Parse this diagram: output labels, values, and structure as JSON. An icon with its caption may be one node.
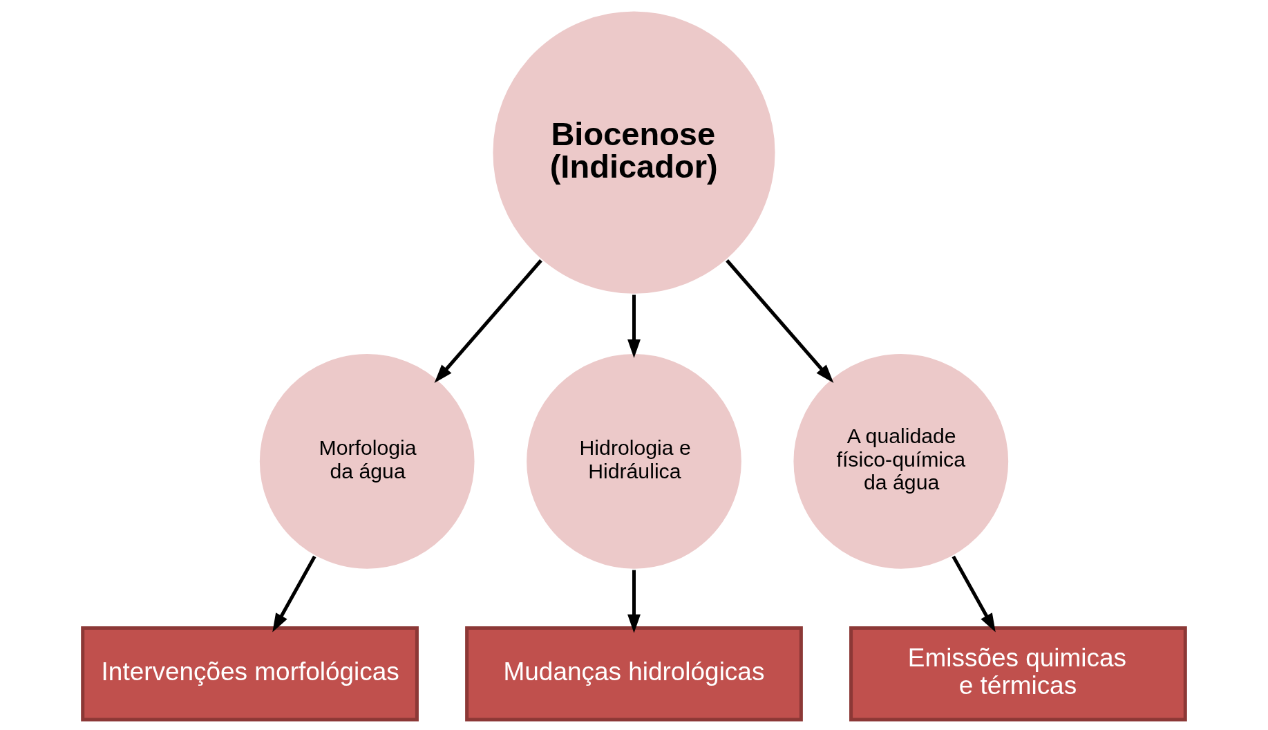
{
  "diagram": {
    "nodes": [
      {
        "text": [
          "Mudanças hidrológicas"
        ]
      },
      {
        "text": [
          "Hidrologia e Hidráulica"
        ]
      },
      {
        "text": [
          "Biocenose (Indicador)"
        ]
      },
      {
        "text": [
          "Morfologia da água"
        ]
      },
      {
        "text": [
          "A qualidade físico-química da água"
        ]
      },
      {
        "text": [
          "Intervenções morfológicas"
        ]
      },
      {
        "text": [
          "Emissões quimicas e térmicas"
        ]
      }
    ],
    "edges": [
      {
        "from": 2,
        "to": 1,
        "arrow": "to"
      },
      {
        "from": 1,
        "to": 0,
        "arrow": "to"
      },
      {
        "from": 2,
        "to": 3,
        "arrow": "to"
      },
      {
        "from": 3,
        "to": 5,
        "arrow": "to"
      },
      {
        "from": 2,
        "to": 4,
        "arrow": "to"
      },
      {
        "from": 4,
        "to": 6,
        "arrow": "to"
      }
    ]
  }
}
